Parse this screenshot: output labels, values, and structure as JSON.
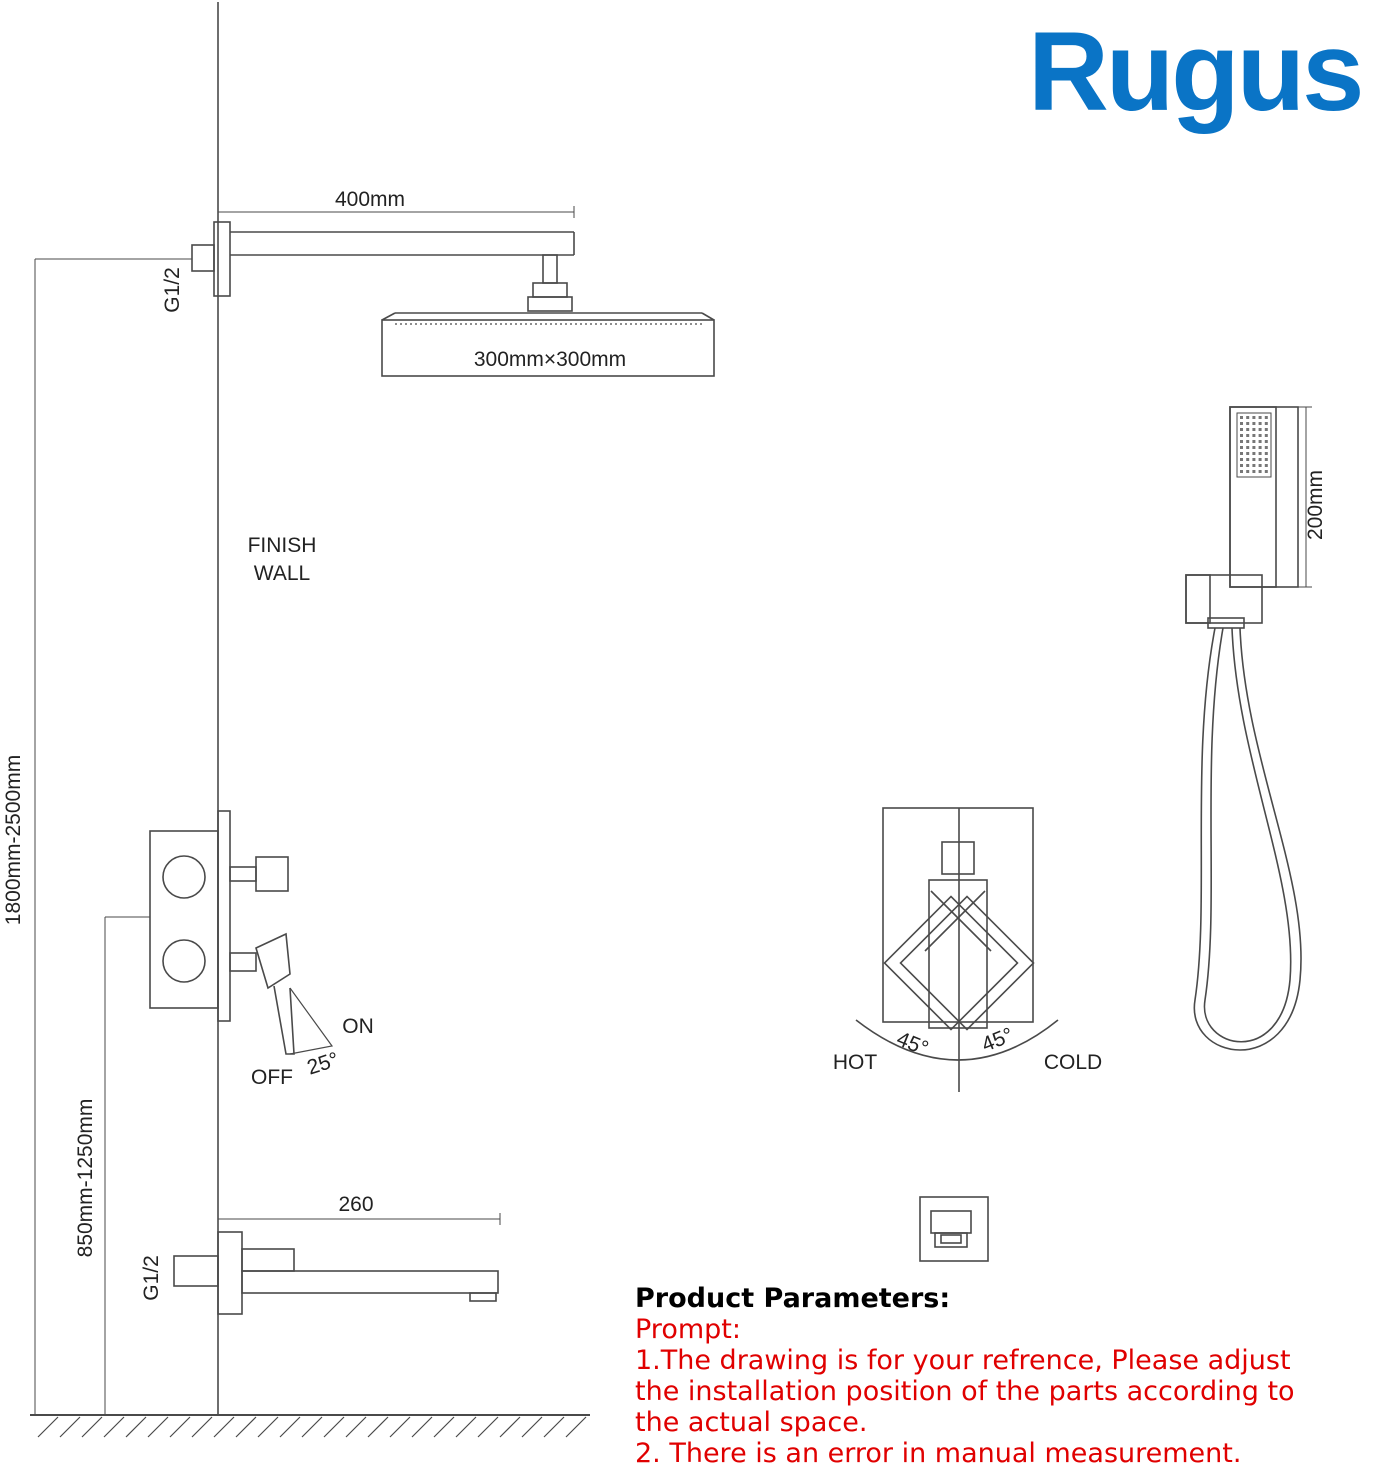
{
  "brand": {
    "name": "Rugus",
    "color": "#0a74c6"
  },
  "colors": {
    "line": "#4a4a4a",
    "text": "#222222",
    "prompt": "#e00000"
  },
  "labels": {
    "arm_length": "400mm",
    "thread_top": "G1/2",
    "head_size": "300mm×300mm",
    "finish_wall_1": "FINISH",
    "finish_wall_2": "WALL",
    "total_height": "1800mm-2500mm",
    "handheld_length": "200mm",
    "valve_on": "ON",
    "valve_off": "OFF",
    "valve_angle": "25°",
    "hot": "HOT",
    "cold": "COLD",
    "angle_hot": "45°",
    "angle_cold": "45°",
    "spout_length": "260",
    "thread_bottom": "G1/2",
    "spout_height": "850mm-1250mm"
  },
  "parameters": {
    "heading": "Product Parameters:",
    "lines": [
      "Prompt:",
      "1.The drawing is for your refrence, Please adjust",
      "the installation position of the parts according to",
      "the actual space.",
      "2. There is an error in manual measurement."
    ]
  }
}
